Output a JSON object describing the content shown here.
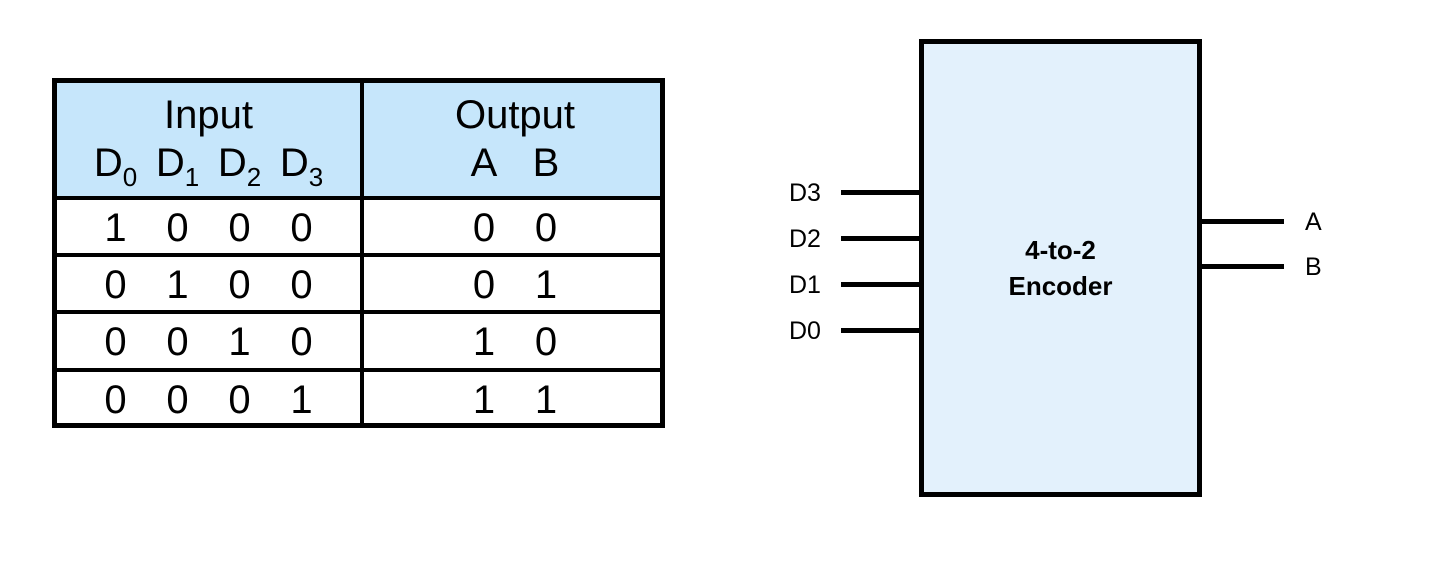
{
  "truth_table": {
    "headers": {
      "input_title": "Input",
      "output_title": "Output",
      "input_signals": [
        "D",
        "D",
        "D",
        "D"
      ],
      "input_subscripts": [
        "0",
        "1",
        "2",
        "3"
      ],
      "output_signals": [
        "A",
        "B"
      ]
    },
    "rows": [
      {
        "inputs": [
          "1",
          "0",
          "0",
          "0"
        ],
        "outputs": [
          "0",
          "0"
        ]
      },
      {
        "inputs": [
          "0",
          "1",
          "0",
          "0"
        ],
        "outputs": [
          "0",
          "1"
        ]
      },
      {
        "inputs": [
          "0",
          "0",
          "1",
          "0"
        ],
        "outputs": [
          "1",
          "0"
        ]
      },
      {
        "inputs": [
          "0",
          "0",
          "0",
          "1"
        ],
        "outputs": [
          "1",
          "1"
        ]
      }
    ],
    "colors": {
      "header_fill": "#c6e6fb",
      "border": "#000000",
      "body_fill": "#ffffff"
    }
  },
  "block_diagram": {
    "label_line1": "4-to-2",
    "label_line2": "Encoder",
    "input_pins": [
      "D3",
      "D2",
      "D1",
      "D0"
    ],
    "output_pins": [
      "A",
      "B"
    ],
    "colors": {
      "block_fill": "#e3f1fc",
      "block_border": "#000000",
      "wire": "#000000"
    }
  }
}
